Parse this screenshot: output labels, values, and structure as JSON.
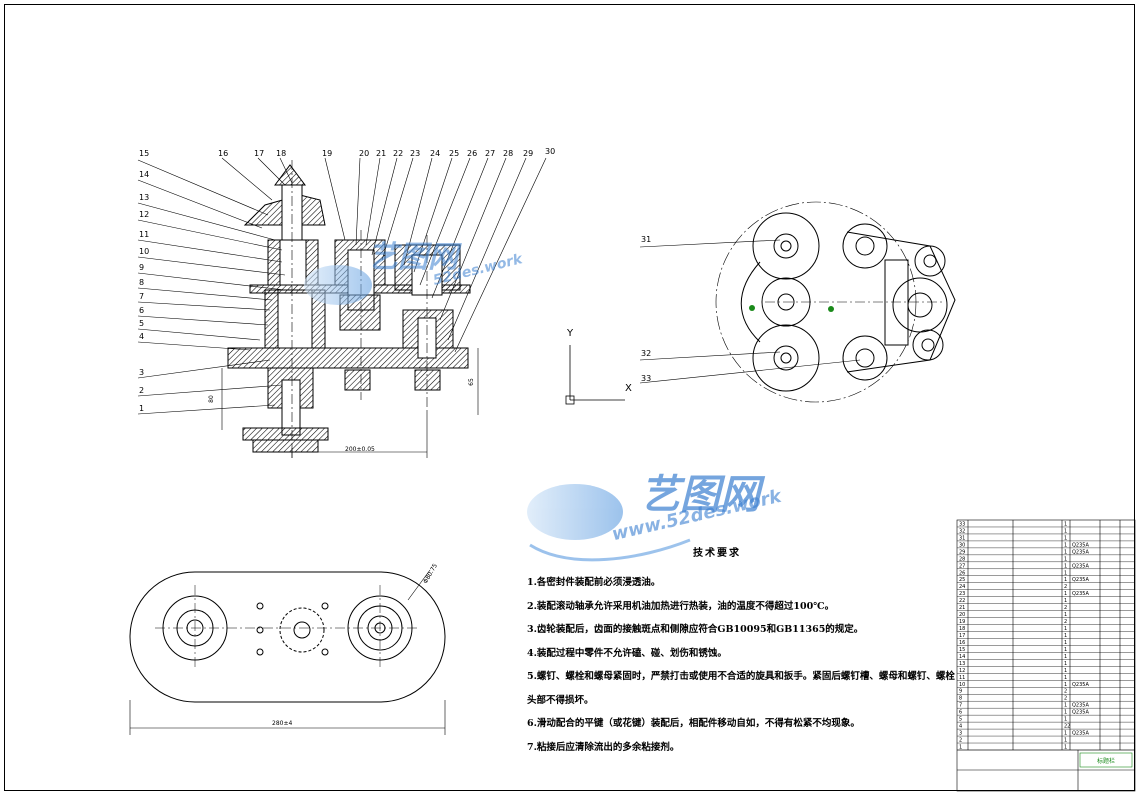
{
  "callouts_top": [
    "15",
    "16",
    "17",
    "18",
    "19",
    "20",
    "21",
    "22",
    "23",
    "24",
    "25",
    "26",
    "27",
    "28",
    "29",
    "30"
  ],
  "callouts_left": [
    "14",
    "13",
    "12",
    "11",
    "10",
    "9",
    "8",
    "7",
    "6",
    "5",
    "4",
    "3",
    "2",
    "1"
  ],
  "callouts_right_view": [
    "31",
    "32",
    "33"
  ],
  "axis_labels": {
    "y": "Y",
    "x": "X"
  },
  "dimensions": {
    "bottom_front": "200±0.05",
    "height_left": "80",
    "height_right": "65",
    "plan_width": "280±4",
    "plan_diameter": "Φ80.75"
  },
  "watermark": {
    "brand": "艺图网",
    "url_small": "52des.work",
    "url_large": "www.52des.work"
  },
  "tech_requirements": {
    "title": "技术要求",
    "items": [
      "1.各密封件装配前必须浸透油。",
      "2.装配滚动轴承允许采用机油加热进行热装，油的温度不得超过100℃。",
      "3.齿轮装配后，齿面的接触斑点和侧隙应符合GB10095和GB11365的规定。",
      "4.装配过程中零件不允许磕、碰、划伤和锈蚀。",
      "5.螺钉、螺栓和螺母紧固时，严禁打击或使用不合适的旋具和扳手。紧固后螺钉槽、螺母和螺钉、螺栓",
      "头部不得损坏。",
      "6.滑动配合的平键（或花键）装配后，相配件移动自如，不得有松紧不均现象。",
      "7.粘接后应清除流出的多余粘接剂。"
    ]
  },
  "bom": {
    "rows": [
      {
        "no": "33",
        "qty": "1",
        "mat": ""
      },
      {
        "no": "32",
        "qty": "1",
        "mat": ""
      },
      {
        "no": "31",
        "qty": "1",
        "mat": ""
      },
      {
        "no": "30",
        "qty": "1",
        "mat": "Q235A"
      },
      {
        "no": "29",
        "qty": "1",
        "mat": "Q235A"
      },
      {
        "no": "28",
        "qty": "1",
        "mat": ""
      },
      {
        "no": "27",
        "qty": "1",
        "mat": "Q235A"
      },
      {
        "no": "26",
        "qty": "1",
        "mat": ""
      },
      {
        "no": "25",
        "qty": "1",
        "mat": "Q235A"
      },
      {
        "no": "24",
        "qty": "2",
        "mat": ""
      },
      {
        "no": "23",
        "qty": "1",
        "mat": "Q235A"
      },
      {
        "no": "22",
        "qty": "1",
        "mat": ""
      },
      {
        "no": "21",
        "qty": "2",
        "mat": ""
      },
      {
        "no": "20",
        "qty": "1",
        "mat": ""
      },
      {
        "no": "19",
        "qty": "2",
        "mat": ""
      },
      {
        "no": "18",
        "qty": "1",
        "mat": ""
      },
      {
        "no": "17",
        "qty": "1",
        "mat": ""
      },
      {
        "no": "16",
        "qty": "1",
        "mat": ""
      },
      {
        "no": "15",
        "qty": "1",
        "mat": ""
      },
      {
        "no": "14",
        "qty": "1",
        "mat": ""
      },
      {
        "no": "13",
        "qty": "1",
        "mat": ""
      },
      {
        "no": "12",
        "qty": "1",
        "mat": ""
      },
      {
        "no": "11",
        "qty": "1",
        "mat": ""
      },
      {
        "no": "10",
        "qty": "1",
        "mat": "Q235A"
      },
      {
        "no": "9",
        "qty": "2",
        "mat": ""
      },
      {
        "no": "8",
        "qty": "2",
        "mat": ""
      },
      {
        "no": "7",
        "qty": "1",
        "mat": "Q235A"
      },
      {
        "no": "6",
        "qty": "1",
        "mat": "Q235A"
      },
      {
        "no": "5",
        "qty": "1",
        "mat": ""
      },
      {
        "no": "4",
        "qty": "22",
        "mat": ""
      },
      {
        "no": "3",
        "qty": "1",
        "mat": "Q235A"
      },
      {
        "no": "2",
        "qty": "1",
        "mat": ""
      },
      {
        "no": "1",
        "qty": "1",
        "mat": ""
      }
    ]
  },
  "colors": {
    "hatch": "#000000",
    "watermark_blue": "#3a7fd0",
    "line": "#000000"
  }
}
